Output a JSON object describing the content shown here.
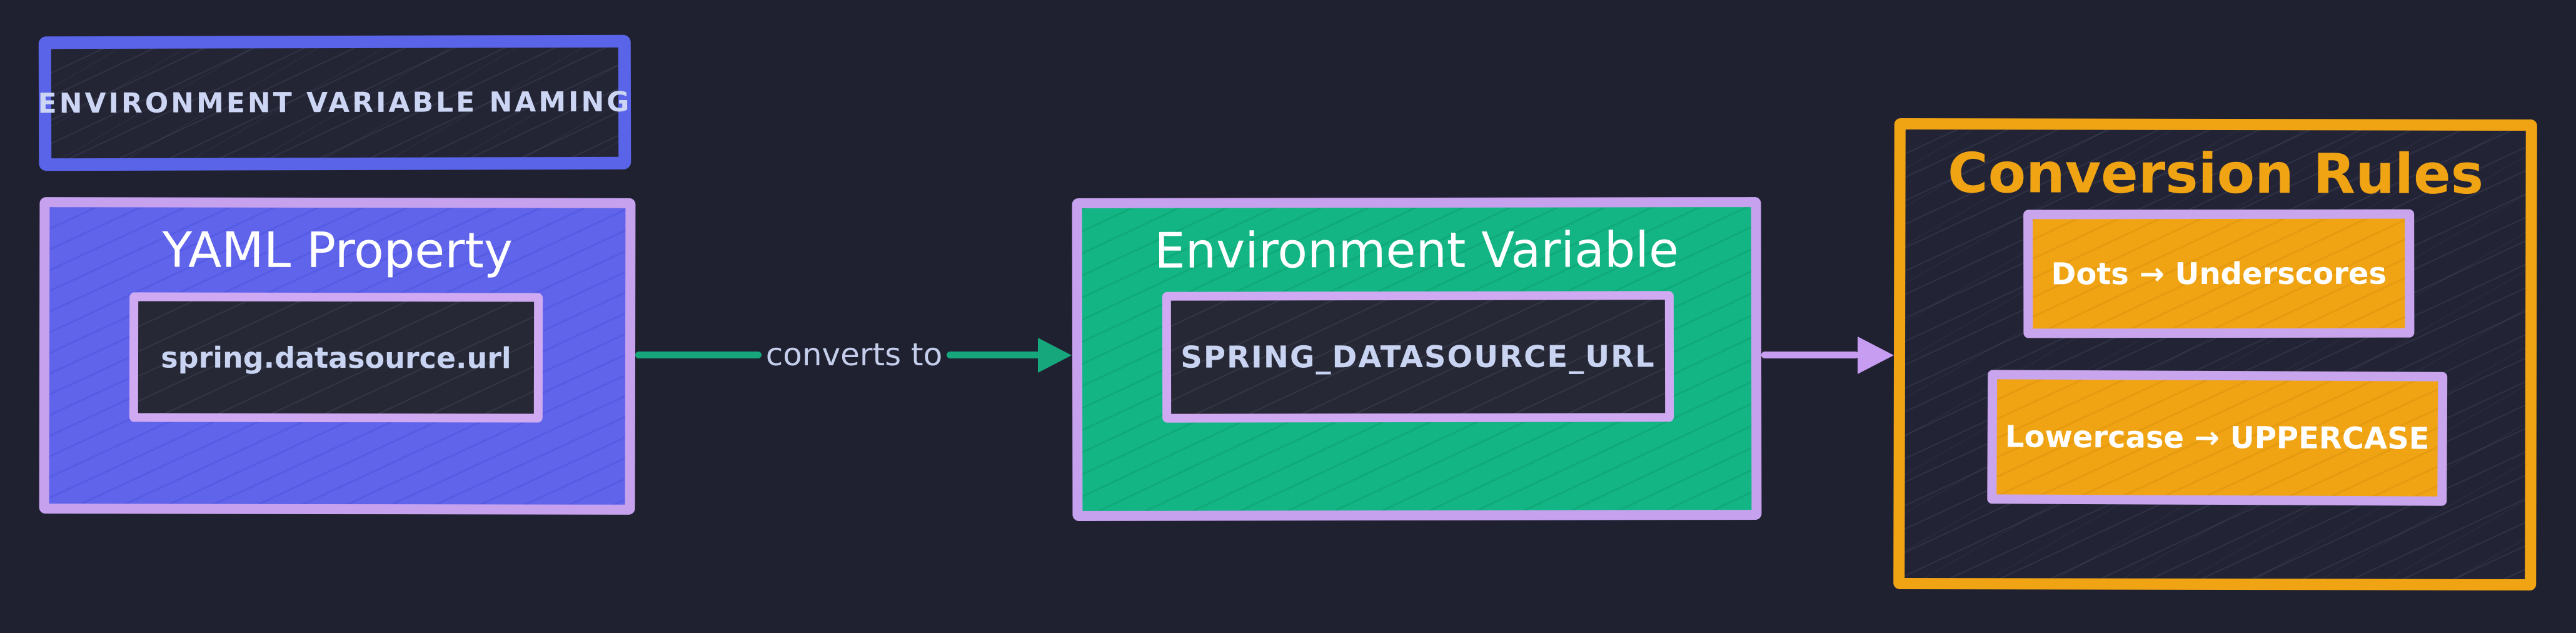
{
  "canvas": {
    "background": "#1f2030"
  },
  "header": {
    "title": "ENVIRONMENT VARIABLE NAMING",
    "border_color": "#5a64e8",
    "text_color": "#ccd6f4"
  },
  "nodes": {
    "yaml": {
      "title": "YAML Property",
      "code": "spring.datasource.url",
      "fill": "#5f64ea",
      "border": "#c6a1ee",
      "code_box_fill": "#272835",
      "code_text_color": "#c9d4f2"
    },
    "env": {
      "title": "Environment Variable",
      "code": "SPRING_DATASOURCE_URL",
      "fill": "#12b583",
      "border": "#c6a1ee",
      "code_box_fill": "#272835",
      "code_text_color": "#c9d4f2"
    },
    "rules": {
      "title": "Conversion Rules",
      "border": "#f0a414",
      "title_color": "#f0a414",
      "items": [
        {
          "label": "Dots → Underscores",
          "fill": "#f0a414",
          "border": "#c8a5ec",
          "text_color": "#ffffff"
        },
        {
          "label": "Lowercase → UPPERCASE",
          "fill": "#f0a414",
          "border": "#c8a5ec",
          "text_color": "#ffffff"
        }
      ]
    }
  },
  "arrows": {
    "convert": {
      "label": "converts to",
      "color": "#16a87c",
      "label_color": "#c5cfec",
      "direction": "yaml-to-env"
    },
    "to_rules": {
      "color": "#c79df2",
      "direction": "env-to-rules"
    }
  }
}
